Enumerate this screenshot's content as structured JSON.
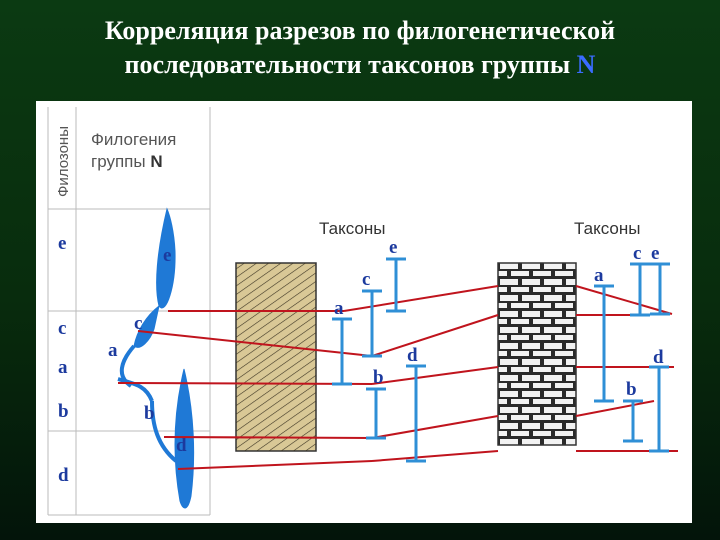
{
  "title": {
    "line1": "Корреляция разрезов по филогенетической",
    "line2_prefix": "последовательности таксонов группы ",
    "line2_accent": "N"
  },
  "phylozones_label": "Филозоны",
  "phylogeny_label": {
    "line1": "Филогения",
    "line2_prefix": "группы ",
    "line2_bold": "N"
  },
  "zones": [
    "e",
    "c",
    "a",
    "b",
    "d"
  ],
  "tree_labels": [
    "e",
    "c",
    "a",
    "b",
    "d"
  ],
  "section1": {
    "header": "Таксоны",
    "taxa": [
      "e",
      "c",
      "a",
      "b",
      "d"
    ]
  },
  "section2": {
    "header": "Таксоны",
    "taxa": [
      "a",
      "c",
      "e",
      "d",
      "b"
    ]
  },
  "colors": {
    "label": "#1c3a9e",
    "taxon_line": "#2f8fd6",
    "correlation_line": "#c0141d",
    "hatch_fill": "#d9c896",
    "hatch_line": "#3b3322",
    "brick_mortar": "#2a2a2a",
    "brick": "#f2f2f2",
    "tree": "#1f79d6"
  }
}
